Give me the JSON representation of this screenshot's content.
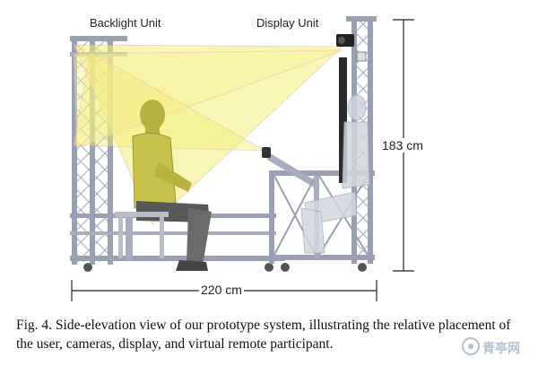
{
  "labels": {
    "backlight_unit": "Backlight Unit",
    "display_unit": "Display Unit",
    "width_dim": "220 cm",
    "height_dim": "183 cm"
  },
  "caption": {
    "text": "Fig. 4.  Side-elevation view of our prototype system, illustrating the relative placement of the user, cameras, display, and virtual remote participant."
  },
  "watermark": {
    "text": "青亭网"
  },
  "colors": {
    "frame": "#9aa0b4",
    "frame_dark": "#7c8196",
    "light_cone": "#f3ef7a",
    "user_figure": "#c9c24a",
    "remote_figure": "#cfd3dc",
    "display_panel": "#2a2a2a",
    "dim_line": "#222222"
  }
}
